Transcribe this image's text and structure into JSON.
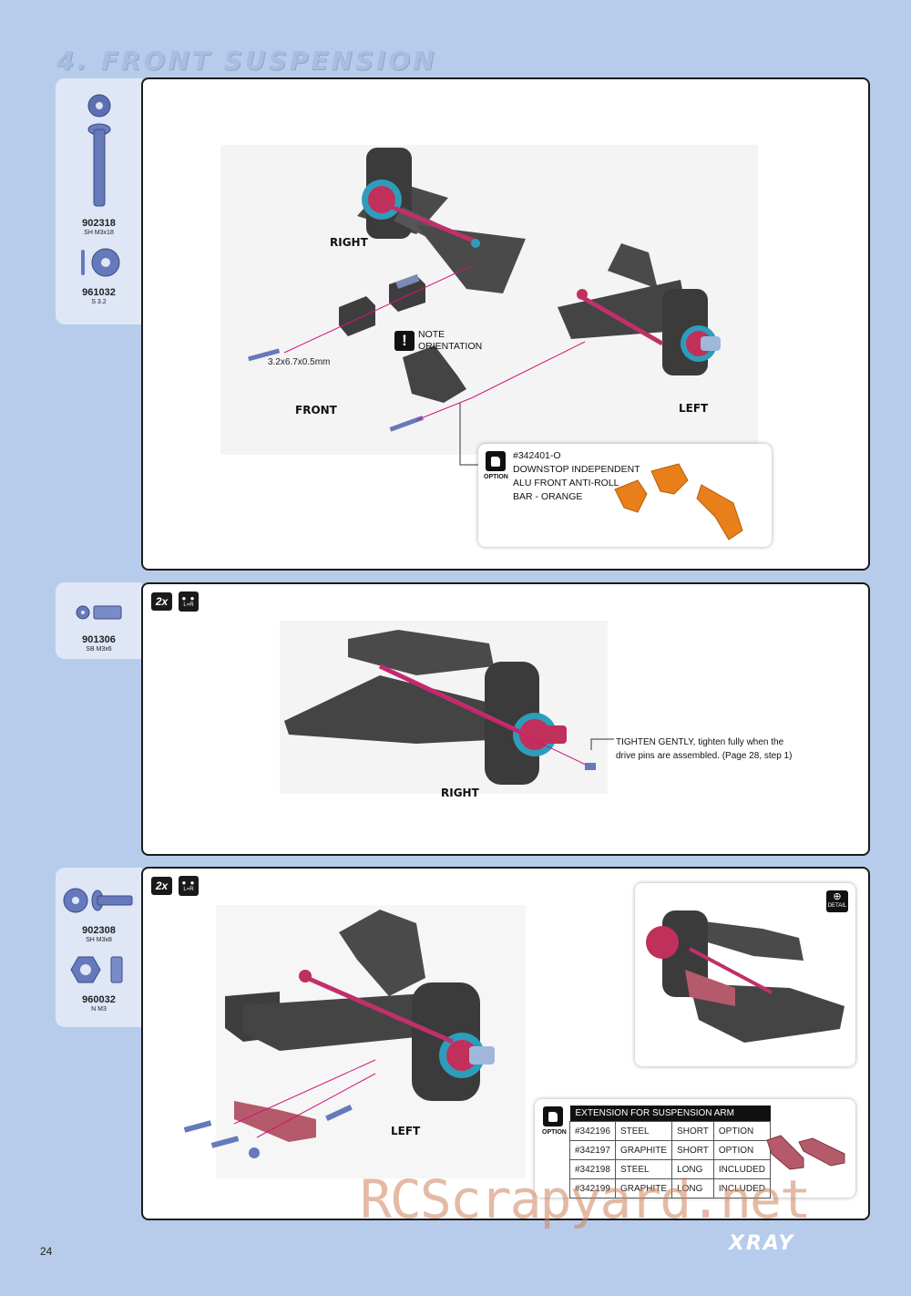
{
  "section_title": "4. FRONT SUSPENSION",
  "step1": {
    "parts": [
      {
        "code": "902318",
        "desc": "SH M3x18"
      },
      {
        "code": "961032",
        "desc": "S 3.2"
      }
    ],
    "labels": {
      "right": "RIGHT",
      "front": "FRONT",
      "left": "LEFT"
    },
    "shim_size": "3.2x6.7x0.5mm",
    "note": {
      "line1": "NOTE",
      "line2": "ORIENTATION"
    },
    "option": {
      "label": "OPTION",
      "line1": "#342401-O",
      "line2": "DOWNSTOP INDEPENDENT",
      "line3": "ALU FRONT ANTI-ROLL",
      "line4": "BAR - ORANGE"
    }
  },
  "step2": {
    "multiplier": "2x",
    "lr_label": "L=R",
    "parts": [
      {
        "code": "901306",
        "desc": "SB M3x6"
      }
    ],
    "label_right": "RIGHT",
    "instruction": {
      "line1": "TIGHTEN GENTLY, tighten fully when the",
      "line2": "drive pins are assembled. (Page 28, step 1)"
    }
  },
  "step3": {
    "multiplier": "2x",
    "lr_label": "L=R",
    "parts": [
      {
        "code": "902308",
        "desc": "SH M3x8"
      },
      {
        "code": "960032",
        "desc": "N M3"
      }
    ],
    "label_left": "LEFT",
    "detail_label": "DETAIL",
    "option_label": "OPTION",
    "table": {
      "title": "EXTENSION FOR SUSPENSION ARM",
      "rows": [
        [
          "#342196",
          "STEEL",
          "SHORT",
          "OPTION"
        ],
        [
          "#342197",
          "GRAPHITE",
          "SHORT",
          "OPTION"
        ],
        [
          "#342198",
          "STEEL",
          "LONG",
          "INCLUDED"
        ],
        [
          "#342199",
          "GRAPHITE",
          "LONG",
          "INCLUDED"
        ]
      ]
    }
  },
  "page_number": "24",
  "brand": "XRAY",
  "watermark": "RCScrapyard.net"
}
